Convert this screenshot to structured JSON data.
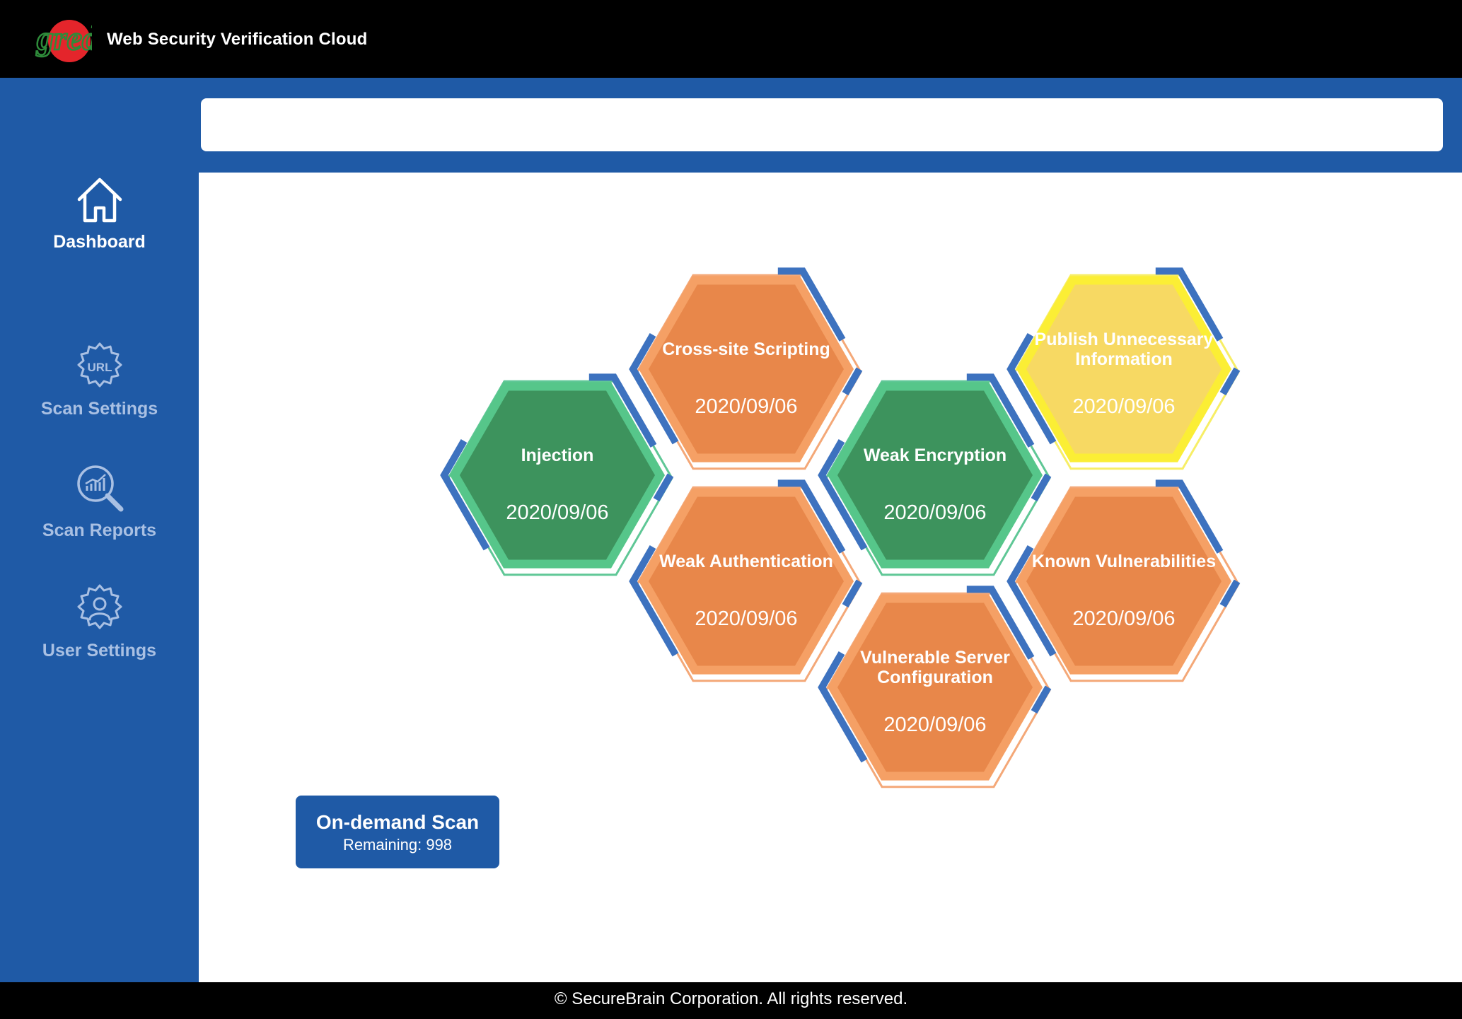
{
  "header": {
    "logo_text": "gred",
    "title": "Web Security Verification Cloud"
  },
  "sidebar": {
    "items": [
      {
        "label": "Dashboard",
        "icon": "home-icon",
        "active": true
      },
      {
        "label": "Scan Settings",
        "icon": "url-gear-icon",
        "active": false
      },
      {
        "label": "Scan Reports",
        "icon": "chart-magnifier-icon",
        "active": false
      },
      {
        "label": "User Settings",
        "icon": "user-gear-icon",
        "active": false
      }
    ]
  },
  "categories": [
    {
      "id": "injection",
      "title": [
        "Injection"
      ],
      "date": "2020/09/06",
      "status": "green"
    },
    {
      "id": "xss",
      "title": [
        "Cross-site Scripting"
      ],
      "date": "2020/09/06",
      "status": "orange"
    },
    {
      "id": "weak-auth",
      "title": [
        "Weak Authentication"
      ],
      "date": "2020/09/06",
      "status": "orange"
    },
    {
      "id": "weak-encryption",
      "title": [
        "Weak Encryption"
      ],
      "date": "2020/09/06",
      "status": "green"
    },
    {
      "id": "server-config",
      "title": [
        "Vulnerable Server",
        "Configuration"
      ],
      "date": "2020/09/06",
      "status": "orange"
    },
    {
      "id": "publish-info",
      "title": [
        "Publish Unnecessary",
        "Information"
      ],
      "date": "2020/09/06",
      "status": "yellow"
    },
    {
      "id": "known-vulns",
      "title": [
        "Known Vulnerabilities"
      ],
      "date": "2020/09/06",
      "status": "orange"
    }
  ],
  "colors": {
    "blue": "#1f5aa6",
    "bracket_blue": "#3d72bf",
    "green_fill": "#3d935d",
    "green_ring": "#56c68a",
    "green_outline": "#5fc796",
    "orange_fill": "#e8874a",
    "orange_ring": "#f5a065",
    "orange_outline": "#f4a878",
    "yellow_fill": "#f7d963",
    "yellow_ring": "#fbee35",
    "yellow_outline": "#f7ee66"
  },
  "scan_button": {
    "title": "On-demand Scan",
    "remaining": "Remaining: 998"
  },
  "footer": {
    "text": "© SecureBrain Corporation. All rights reserved."
  }
}
